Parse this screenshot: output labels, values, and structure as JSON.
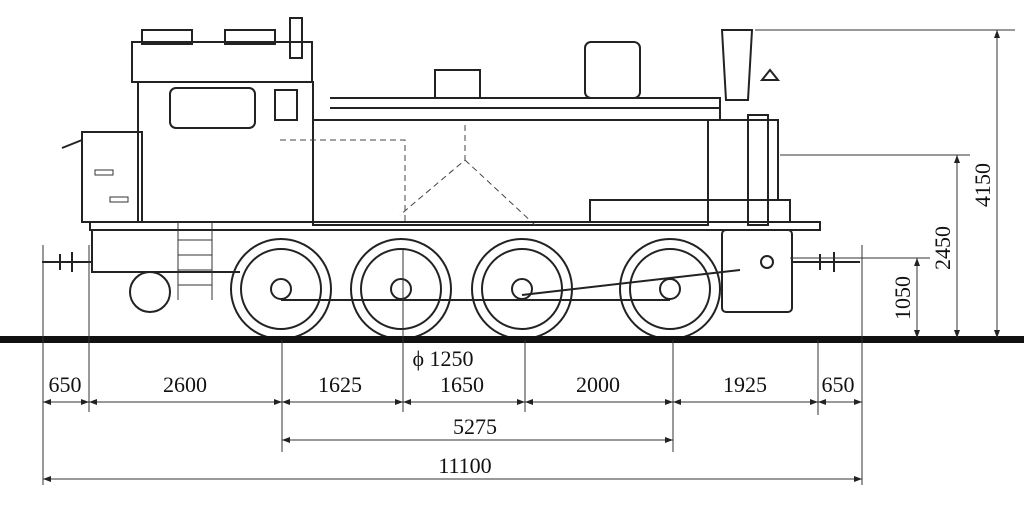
{
  "drawing": {
    "wheel_diameter_label": "ϕ 1250",
    "horizontal_dimensions": [
      "650",
      "2600",
      "1625",
      "1650",
      "2000",
      "1925",
      "650"
    ],
    "wheelbase_label": "5275",
    "overall_length_label": "11100",
    "vertical_dimensions": {
      "axle_height": "1050",
      "boiler_height": "2450",
      "overall_height": "4150"
    }
  }
}
